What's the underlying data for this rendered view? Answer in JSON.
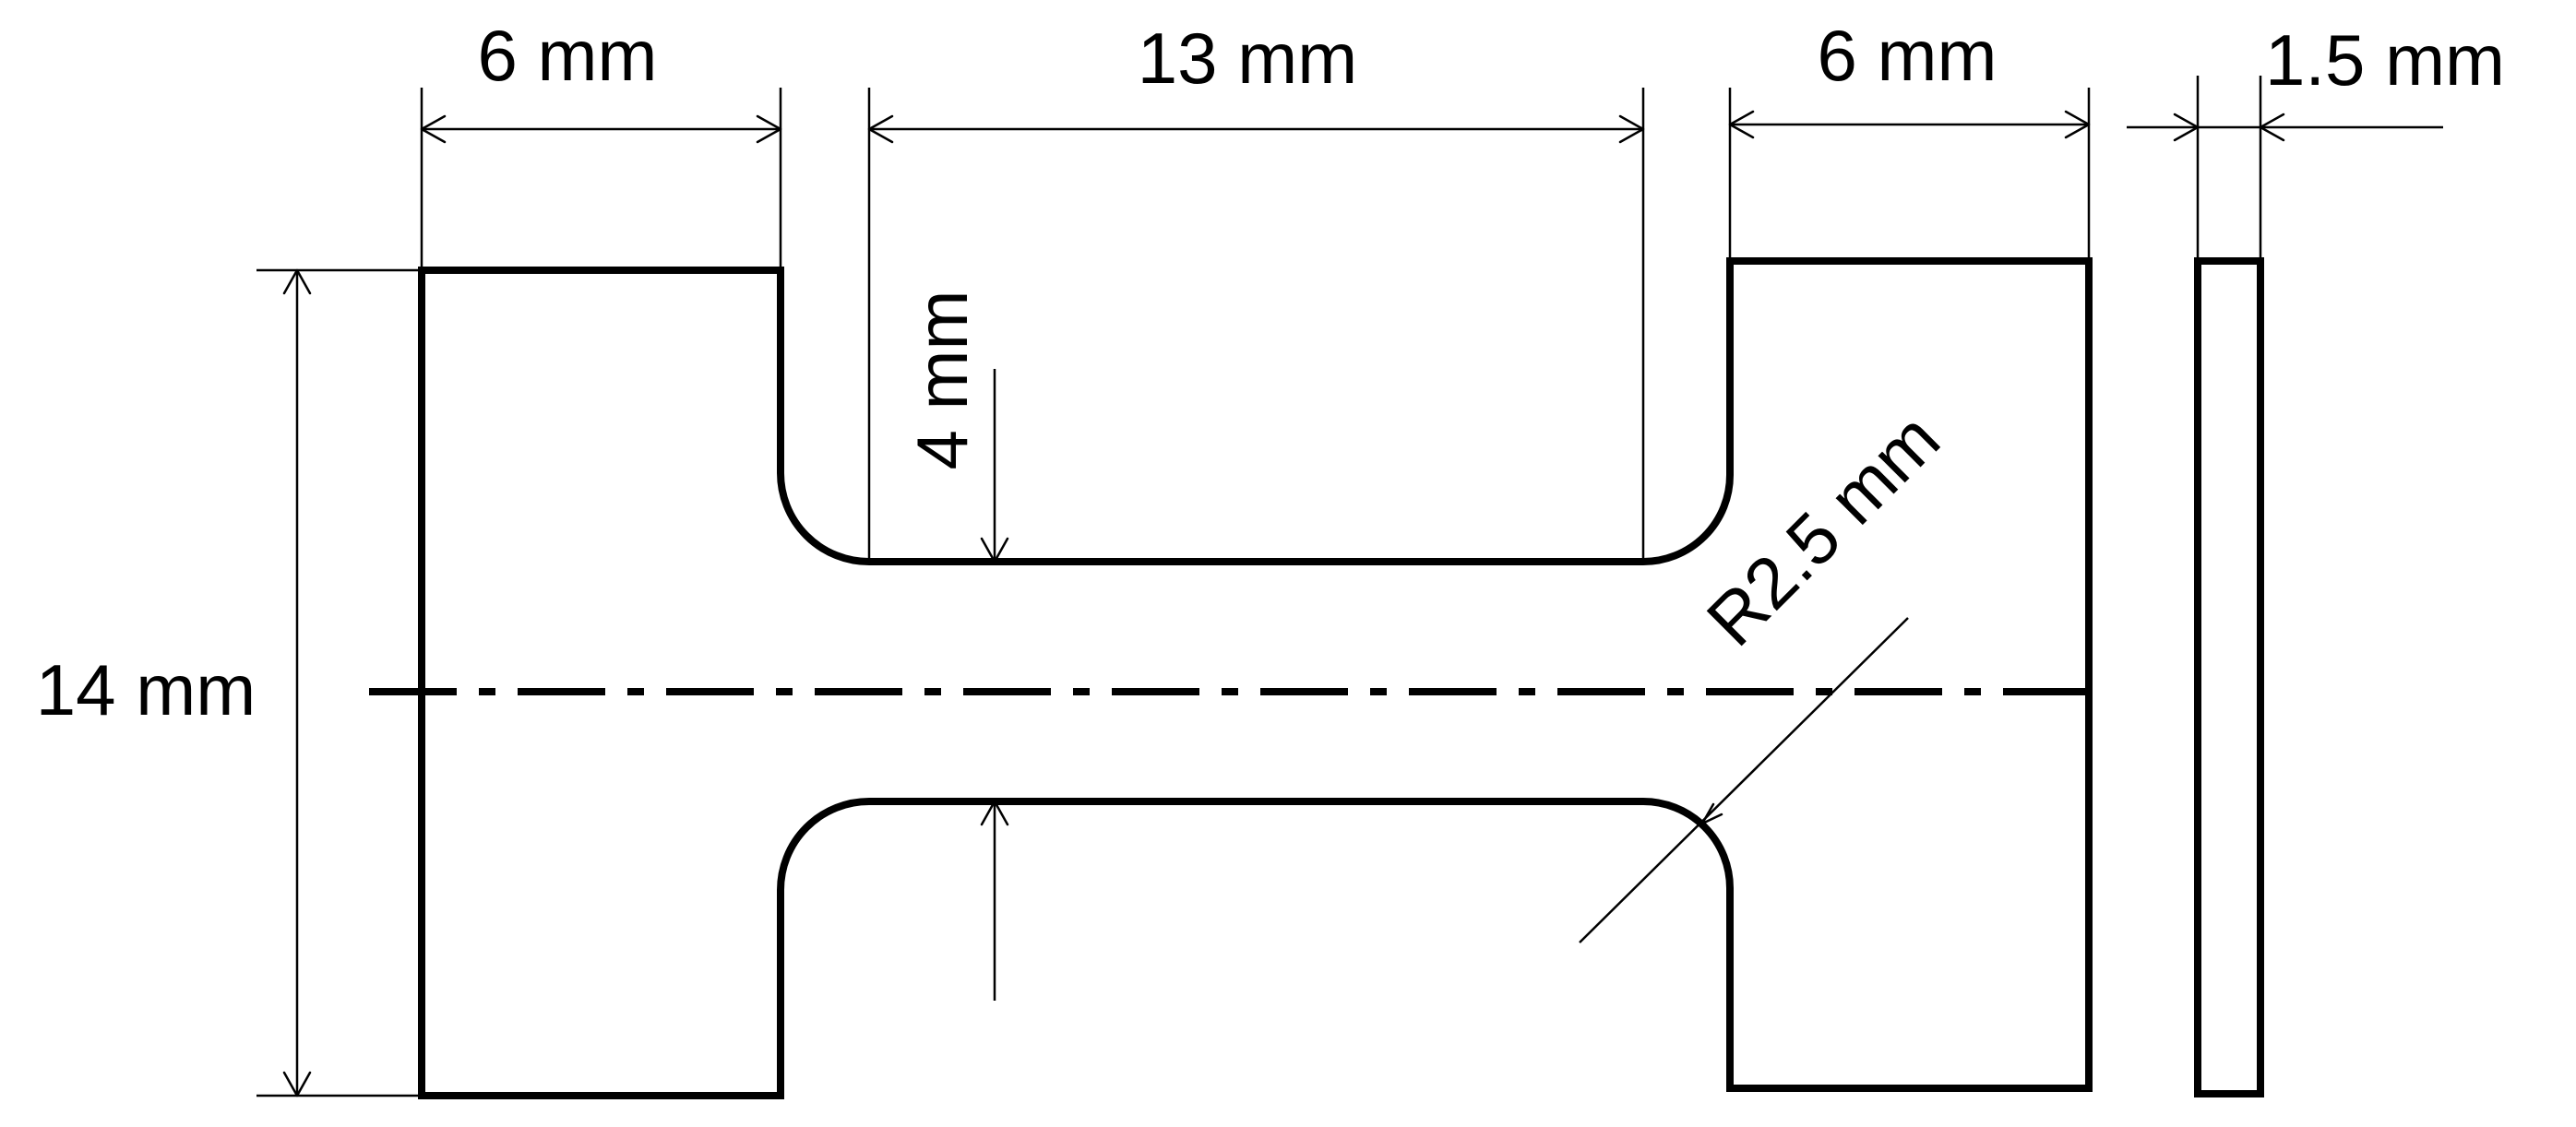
{
  "dimensions": {
    "left_tab_width": "6 mm",
    "gauge_length": "13 mm",
    "right_tab_width": "6 mm",
    "thickness": "1.5 mm",
    "total_height": "14 mm",
    "gauge_width": "4 mm",
    "fillet_radius": "R2.5 mm"
  },
  "colors": {
    "line": "#000000",
    "background": "#ffffff"
  }
}
